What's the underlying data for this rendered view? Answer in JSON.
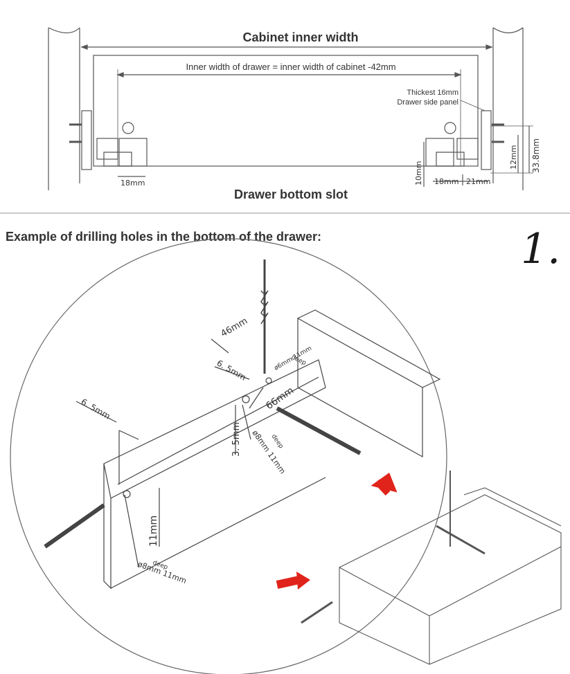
{
  "top_diagram": {
    "title": "Cabinet inner width",
    "inner_width_note": "Inner width of drawer = inner width of cabinet -42mm",
    "side_panel_line1": "Thickest 16mm",
    "side_panel_line2": "Drawer side panel",
    "left_18": "18mm",
    "right_18": "18mm",
    "right_21": "21mm",
    "vert_10": "10mm",
    "vert_12": "12mm",
    "vert_33_8": "33.8mm",
    "bottom_slot": "Drawer bottom slot"
  },
  "drilling": {
    "heading": "Example of drilling holes in the bottom of the drawer:",
    "step_number": "1.",
    "dim_46": "46mm",
    "dim_6_5_top": "6. 5mm",
    "dim_6_5_left": "6. 5mm",
    "dim_66": "66mm",
    "dim_3_5": "3. 5mm",
    "deep_1": "deep",
    "dia6_11": "ø6mm  11mm",
    "deep_2": "deep",
    "dia8_11_a": "ø8mm  11mm",
    "dim_11": "11mm",
    "deep_3": "deep",
    "dia8_11_b": "ø8mm  11mm"
  },
  "colors": {
    "arrow": "#e0241b",
    "line": "#444444",
    "divider": "#bdbdbd"
  }
}
